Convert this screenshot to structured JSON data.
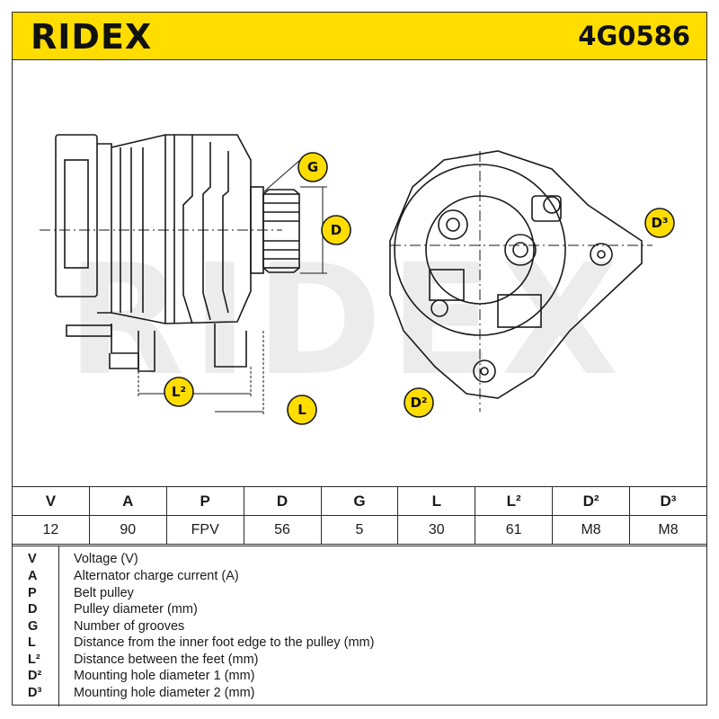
{
  "header": {
    "brand": "RIDEX",
    "part_number": "4G0586"
  },
  "watermark": "RIDEX",
  "callouts": {
    "g": "G",
    "d": "D",
    "l2": "L²",
    "l": "L",
    "d2": "D²",
    "d3": "D³"
  },
  "spec_table": {
    "headers": [
      "V",
      "A",
      "P",
      "D",
      "G",
      "L",
      "L²",
      "D²",
      "D³"
    ],
    "values": [
      "12",
      "90",
      "FPV",
      "56",
      "5",
      "30",
      "61",
      "M8",
      "M8"
    ]
  },
  "legend": [
    {
      "key": "V",
      "text": "Voltage (V)"
    },
    {
      "key": "A",
      "text": "Alternator charge current (A)"
    },
    {
      "key": "P",
      "text": "Belt pulley"
    },
    {
      "key": "D",
      "text": "Pulley diameter (mm)"
    },
    {
      "key": "G",
      "text": "Number of grooves"
    },
    {
      "key": "L",
      "text": "Distance from the inner foot edge to the pulley (mm)"
    },
    {
      "key": "L²",
      "text": "Distance between the feet (mm)"
    },
    {
      "key": "D²",
      "text": "Mounting hole diameter 1 (mm)"
    },
    {
      "key": "D³",
      "text": "Mounting hole diameter 2 (mm)"
    }
  ],
  "colors": {
    "brand_yellow": "#ffdd00",
    "line": "#2a2a2a"
  }
}
